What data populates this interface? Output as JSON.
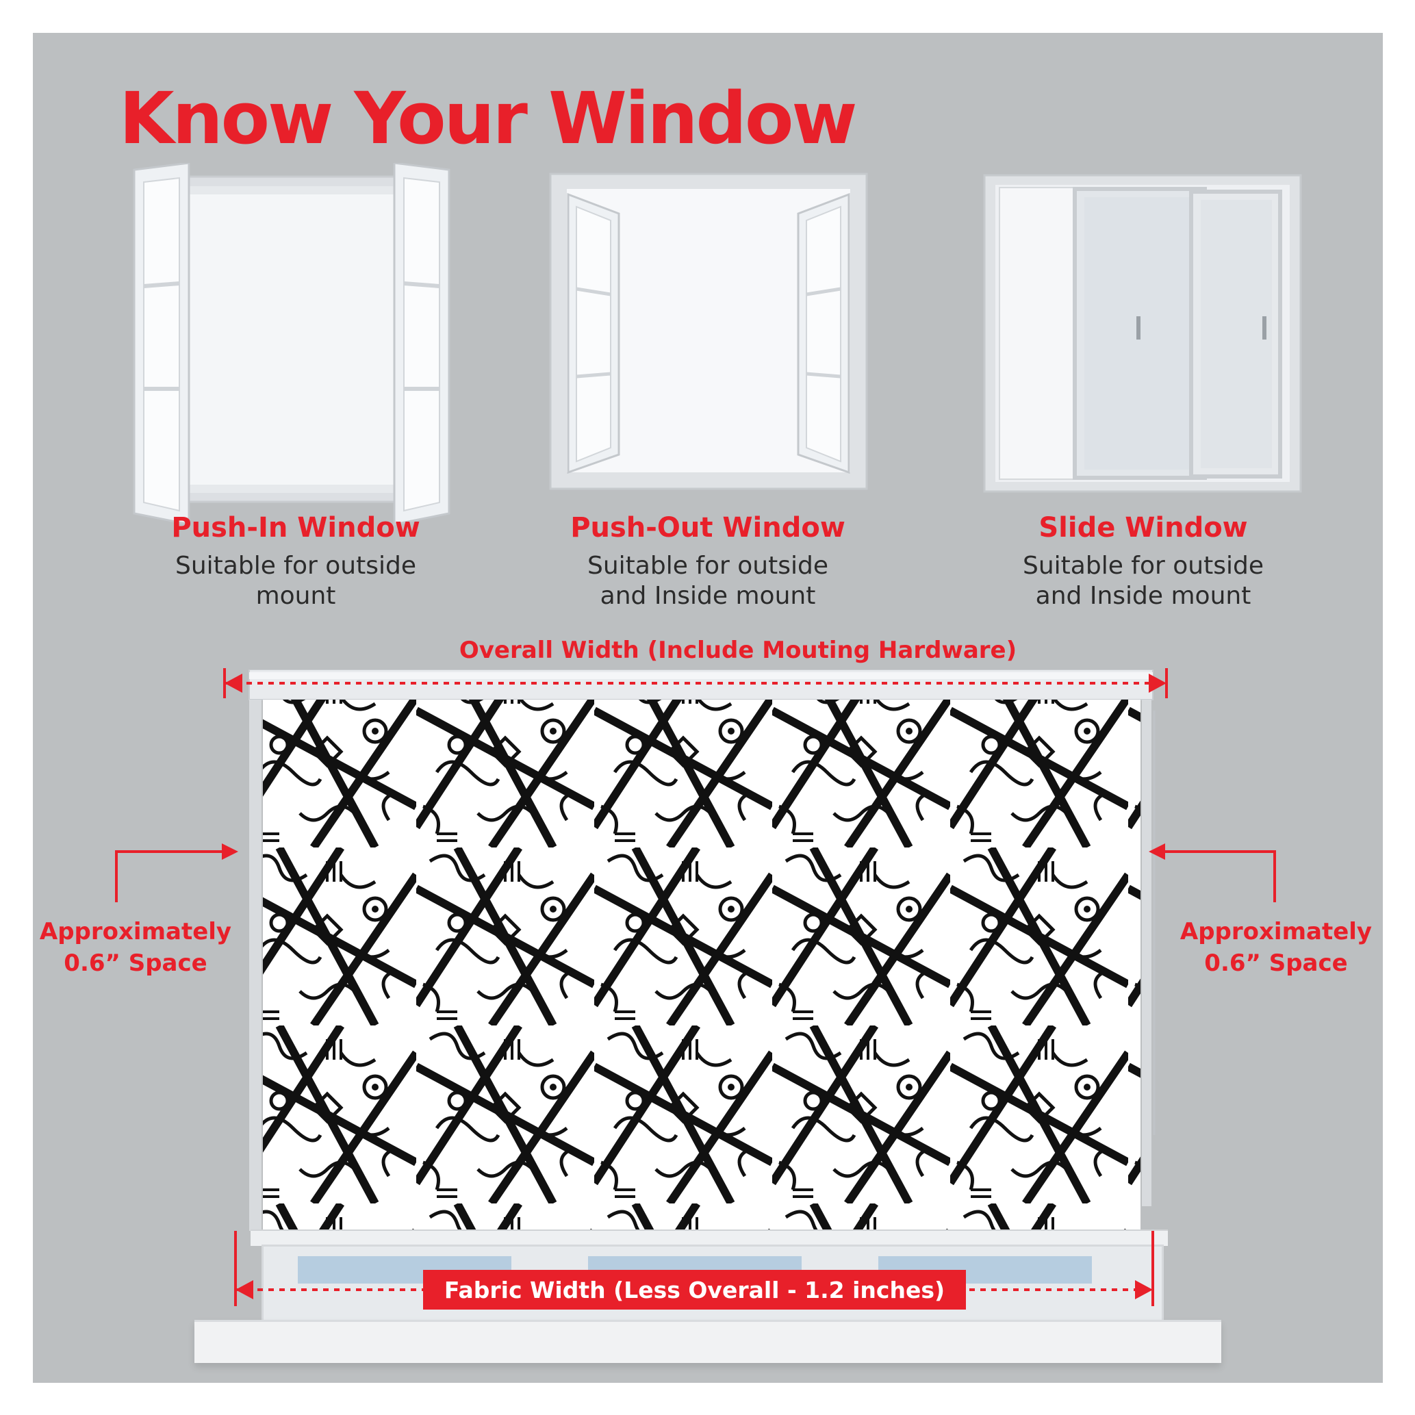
{
  "colors": {
    "accent": "#e8202a",
    "panel_bg": "#bcbfc1",
    "text_dark": "#2b2b2b",
    "frame": "#e9ecef",
    "glass": "#f7f8fa"
  },
  "header": {
    "title": "Know Your Window"
  },
  "windows": [
    {
      "title": "Push-In Window",
      "desc_line1": "Suitable for outside",
      "desc_line2": "mount"
    },
    {
      "title": "Push-Out Window",
      "desc_line1": "Suitable for outside",
      "desc_line2": "and Inside mount"
    },
    {
      "title": "Slide Window",
      "desc_line1": "Suitable for outside",
      "desc_line2": "and Inside mount"
    }
  ],
  "diagram": {
    "overall_width_label": "Overall Width (Include Mouting Hardware)",
    "left_space_line1": "Approximately",
    "left_space_line2": "0.6” Space",
    "right_space_line1": "Approximately",
    "right_space_line2": "0.6” Space",
    "fabric_width_label": "Fabric Width (Less Overall - 1.2 inches)"
  },
  "icons": {
    "push_in": "push-in-window-icon",
    "push_out": "push-out-window-icon",
    "slide": "slide-window-icon",
    "blind": "roller-blind-doodle-pattern"
  }
}
